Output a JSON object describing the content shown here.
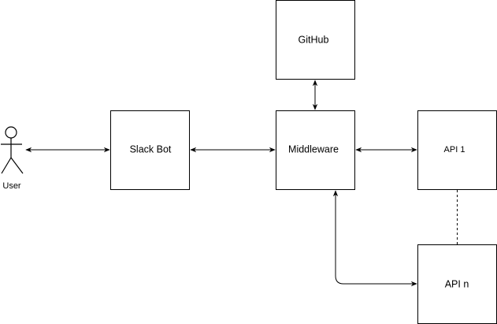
{
  "diagram": {
    "actor": {
      "label": "User"
    },
    "nodes": {
      "github": {
        "label": "GitHub"
      },
      "slack_bot": {
        "label": "Slack Bot"
      },
      "middleware": {
        "label": "Middleware"
      },
      "api_1": {
        "label": "API 1"
      },
      "api_n": {
        "label": "API n"
      }
    },
    "connections": [
      {
        "from": "User",
        "to": "Slack Bot",
        "direction": "bidirectional",
        "style": "solid"
      },
      {
        "from": "Slack Bot",
        "to": "Middleware",
        "direction": "bidirectional",
        "style": "solid"
      },
      {
        "from": "Middleware",
        "to": "GitHub",
        "direction": "bidirectional",
        "style": "solid"
      },
      {
        "from": "Middleware",
        "to": "API 1",
        "direction": "bidirectional",
        "style": "solid"
      },
      {
        "from": "Middleware",
        "to": "API n",
        "direction": "bidirectional",
        "style": "solid"
      },
      {
        "from": "API 1",
        "to": "API n",
        "direction": "none",
        "style": "dashed"
      }
    ],
    "colors": {
      "stroke": "#000000",
      "fill": "#ffffff",
      "text": "#000000"
    }
  }
}
